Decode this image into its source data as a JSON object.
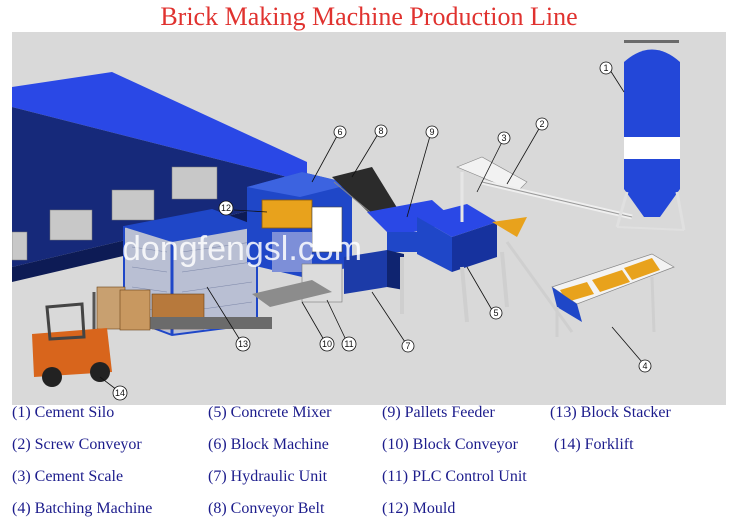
{
  "title": "Brick  Making Machine Production  Line",
  "watermark": "dongfengsl.com",
  "callouts": [
    "1",
    "2",
    "3",
    "4",
    "5",
    "6",
    "7",
    "8",
    "9",
    "10",
    "11",
    "12",
    "13",
    "14"
  ],
  "legend": [
    "(1) Cement Silo",
    "(2)  Screw Conveyor",
    "(3) Cement  Scale",
    "(4) Batching  Machine",
    "(5) Concrete Mixer",
    "(6) Block Machine",
    "(7) Hydraulic Unit",
    "(8) Conveyor  Belt",
    "(9) Pallets  Feeder",
    "(10) Block Conveyor",
    "(11) PLC Control Unit",
    "(12) Mould",
    "(13) Block Stacker",
    "(14) Forklift"
  ],
  "colors": {
    "title": "#e0322f",
    "legend_text": "#1c1c8c",
    "shed_blue": "#1c3fd6",
    "machine_blue": "#1f47c8",
    "machine_yellow": "#e8a21c",
    "forklift_orange": "#d8651c",
    "silo_white": "#ffffff"
  }
}
